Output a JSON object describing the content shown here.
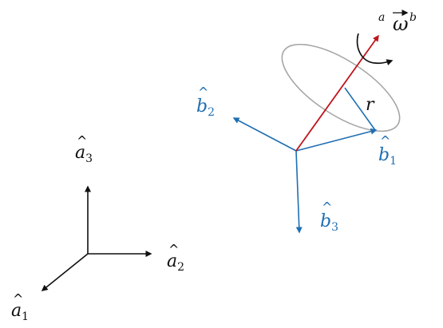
{
  "colors": {
    "inertial": "#111111",
    "body": "#1f6fb2",
    "spin_axis": "#c0141c",
    "ellipse": "#a6a6a6",
    "radius_line": "#1f6fb2",
    "rotation_arrow": "#111111"
  },
  "labels": {
    "a1": {
      "base": "a",
      "sub": "1"
    },
    "a2": {
      "base": "a",
      "sub": "2"
    },
    "a3": {
      "base": "a",
      "sub": "3"
    },
    "b1": {
      "base": "b",
      "sub": "1"
    },
    "b2": {
      "base": "b",
      "sub": "2"
    },
    "b3": {
      "base": "b",
      "sub": "3"
    },
    "omega": {
      "pre_sup": "a",
      "base": "ω",
      "post_sup": "b"
    },
    "radius": "r"
  }
}
